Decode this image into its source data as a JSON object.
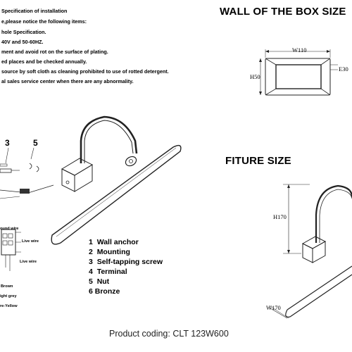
{
  "spec": {
    "lines": [
      "Specification of installation",
      "e,please notice the following items:",
      "hole Specification.",
      "40V and 50-60HZ.",
      "ment and avoid rot on the surface of plating.",
      "ed places and be checked annually.",
      "source by soft cloth as cleaning prohibited to use of rotted detergent.",
      "al sales service center when there are any abnormality."
    ]
  },
  "box_section": {
    "title": "WALL OF THE BOX SIZE",
    "width_label": "W110",
    "height_label": "H50",
    "depth_label": "E30"
  },
  "fixture_section": {
    "title": "FITURE SIZE",
    "height_label": "H170",
    "width_label": "W170"
  },
  "exploded": {
    "callout_a": "3",
    "callout_b": "5"
  },
  "wiring": {
    "labels": [
      "ound wire",
      "Live wire",
      "Live wire",
      "Brown",
      "ight grey",
      "re-Yellow"
    ]
  },
  "parts": [
    {
      "num": "1",
      "name": "Wall anchor"
    },
    {
      "num": "2",
      "name": "Mounting"
    },
    {
      "num": "3",
      "name": "Self-tapping screw"
    },
    {
      "num": "4",
      "name": "Terminal"
    },
    {
      "num": "5",
      "name": "Nut"
    },
    {
      "num": "6",
      "name": "Bronze"
    }
  ],
  "footer": {
    "coding": "Product coding: CLT 123W600"
  }
}
